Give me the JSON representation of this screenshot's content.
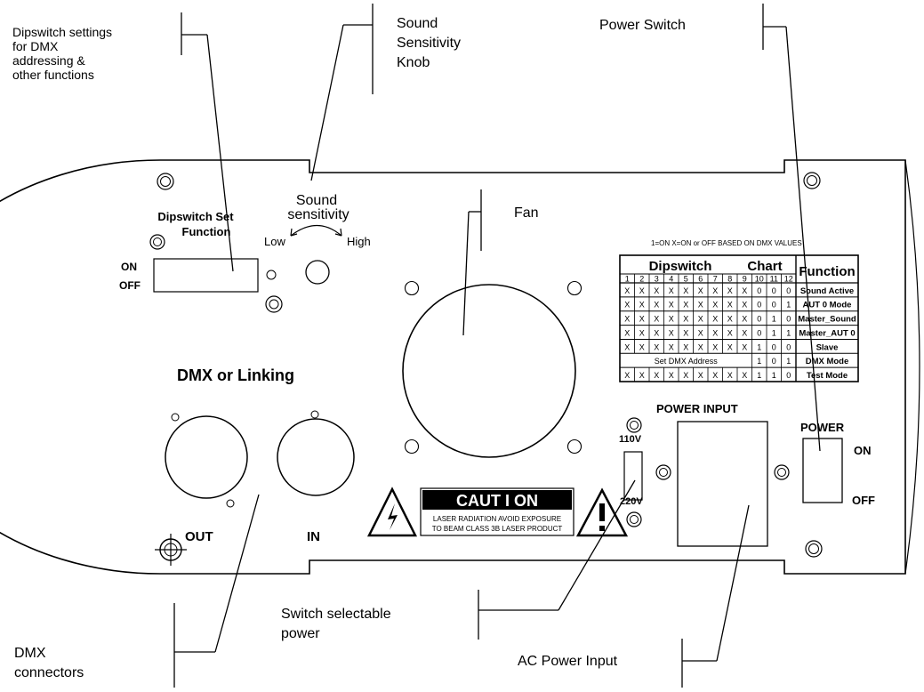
{
  "callouts": {
    "dipswitch_settings": [
      "Dipswitch settings",
      "for DMX",
      "addressing &",
      "other functions"
    ],
    "sound_knob": [
      "Sound",
      "Sensitivity",
      "Knob"
    ],
    "power_switch": "Power Switch",
    "dmx_connectors": [
      "DMX",
      "connectors"
    ],
    "switch_power": [
      "Switch selectable",
      "power"
    ],
    "ac_power_input": "AC Power Input"
  },
  "panel": {
    "dip_set_function": [
      "Dipswitch Set",
      "Function"
    ],
    "dip_on": "ON",
    "dip_off": "OFF",
    "sound_sensitivity": [
      "Sound",
      "sensitivity"
    ],
    "low": "Low",
    "high": "High",
    "fan": "Fan",
    "dmx_or_linking": "DMX  or  Linking",
    "out": "OUT",
    "in": "IN",
    "caution_title": "CAUT I ON",
    "caution_line1": "LASER RADIATION AVOID EXPOSURE",
    "caution_line2": "TO BEAM CLASS 3B LASER PRODUCT",
    "v110": "110V",
    "v220": "220V",
    "power_input": "POWER INPUT",
    "power": "POWER",
    "power_on": "ON",
    "power_off": "OFF"
  },
  "table": {
    "legend": "1=ON    X=ON  or OFF BASED ON DMX VALUES",
    "header_dipswitch": "Dipswitch",
    "header_chart": "Chart",
    "header_function": "Function",
    "numbers": [
      "1",
      "2",
      "3",
      "4",
      "5",
      "6",
      "7",
      "8",
      "9",
      "10",
      "11",
      "12"
    ],
    "rows": [
      {
        "cells": [
          "X",
          "X",
          "X",
          "X",
          "X",
          "X",
          "X",
          "X",
          "X",
          "0",
          "0",
          "0"
        ],
        "function": "Sound Active"
      },
      {
        "cells": [
          "X",
          "X",
          "X",
          "X",
          "X",
          "X",
          "X",
          "X",
          "X",
          "0",
          "0",
          "1"
        ],
        "function": "AUT 0 Mode"
      },
      {
        "cells": [
          "X",
          "X",
          "X",
          "X",
          "X",
          "X",
          "X",
          "X",
          "X",
          "0",
          "1",
          "0"
        ],
        "function": "Master_Sound"
      },
      {
        "cells": [
          "X",
          "X",
          "X",
          "X",
          "X",
          "X",
          "X",
          "X",
          "X",
          "0",
          "1",
          "1"
        ],
        "function": "Master_AUT 0"
      },
      {
        "cells": [
          "X",
          "X",
          "X",
          "X",
          "X",
          "X",
          "X",
          "X",
          "X",
          "1",
          "0",
          "0"
        ],
        "function": "Slave"
      },
      {
        "merged": "Set DMX Address",
        "cells": [
          "1",
          "0",
          "1"
        ],
        "function": "DMX Mode"
      },
      {
        "cells": [
          "X",
          "X",
          "X",
          "X",
          "X",
          "X",
          "X",
          "X",
          "X",
          "1",
          "1",
          "0"
        ],
        "function": "Test Mode"
      }
    ]
  }
}
